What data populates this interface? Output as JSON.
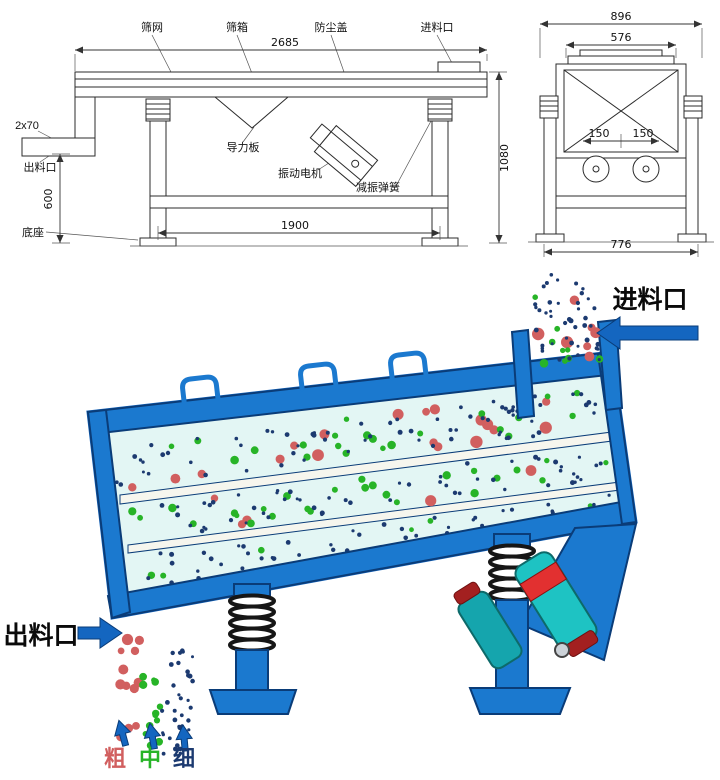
{
  "drawing": {
    "side_view": {
      "labels": {
        "mesh": "筛网",
        "box": "筛箱",
        "dust_cover": "防尘盖",
        "inlet": "进料口",
        "outlet": "出料口",
        "outlet_size": "2x70",
        "guide_plate": "导力板",
        "motor": "振动电机",
        "damper_spring": "减振弹簧",
        "base": "底座"
      },
      "dims": {
        "length_top": "2685",
        "length_base": "1900",
        "height_total": "1080",
        "height_base": "600"
      }
    },
    "end_view": {
      "dims": {
        "width_overall": "896",
        "width_inner": "576",
        "offset_left": "150",
        "offset_right": "150",
        "width_base": "776"
      }
    }
  },
  "illustration": {
    "feed_label": "进料口",
    "discharge_label": "出料口",
    "coarse_label": "粗",
    "medium_label": "中",
    "fine_label": "细"
  },
  "colors": {
    "coarse": "#d15f5f",
    "medium": "#27b427",
    "fine": "#1c3a70",
    "machine": "#1b79cf",
    "machine_dark": "#0a3c78",
    "interior": "#e3f6f4",
    "arrow": "#1466c0",
    "motor_teal": "#1ec3c3",
    "motor_red": "#e23030"
  }
}
